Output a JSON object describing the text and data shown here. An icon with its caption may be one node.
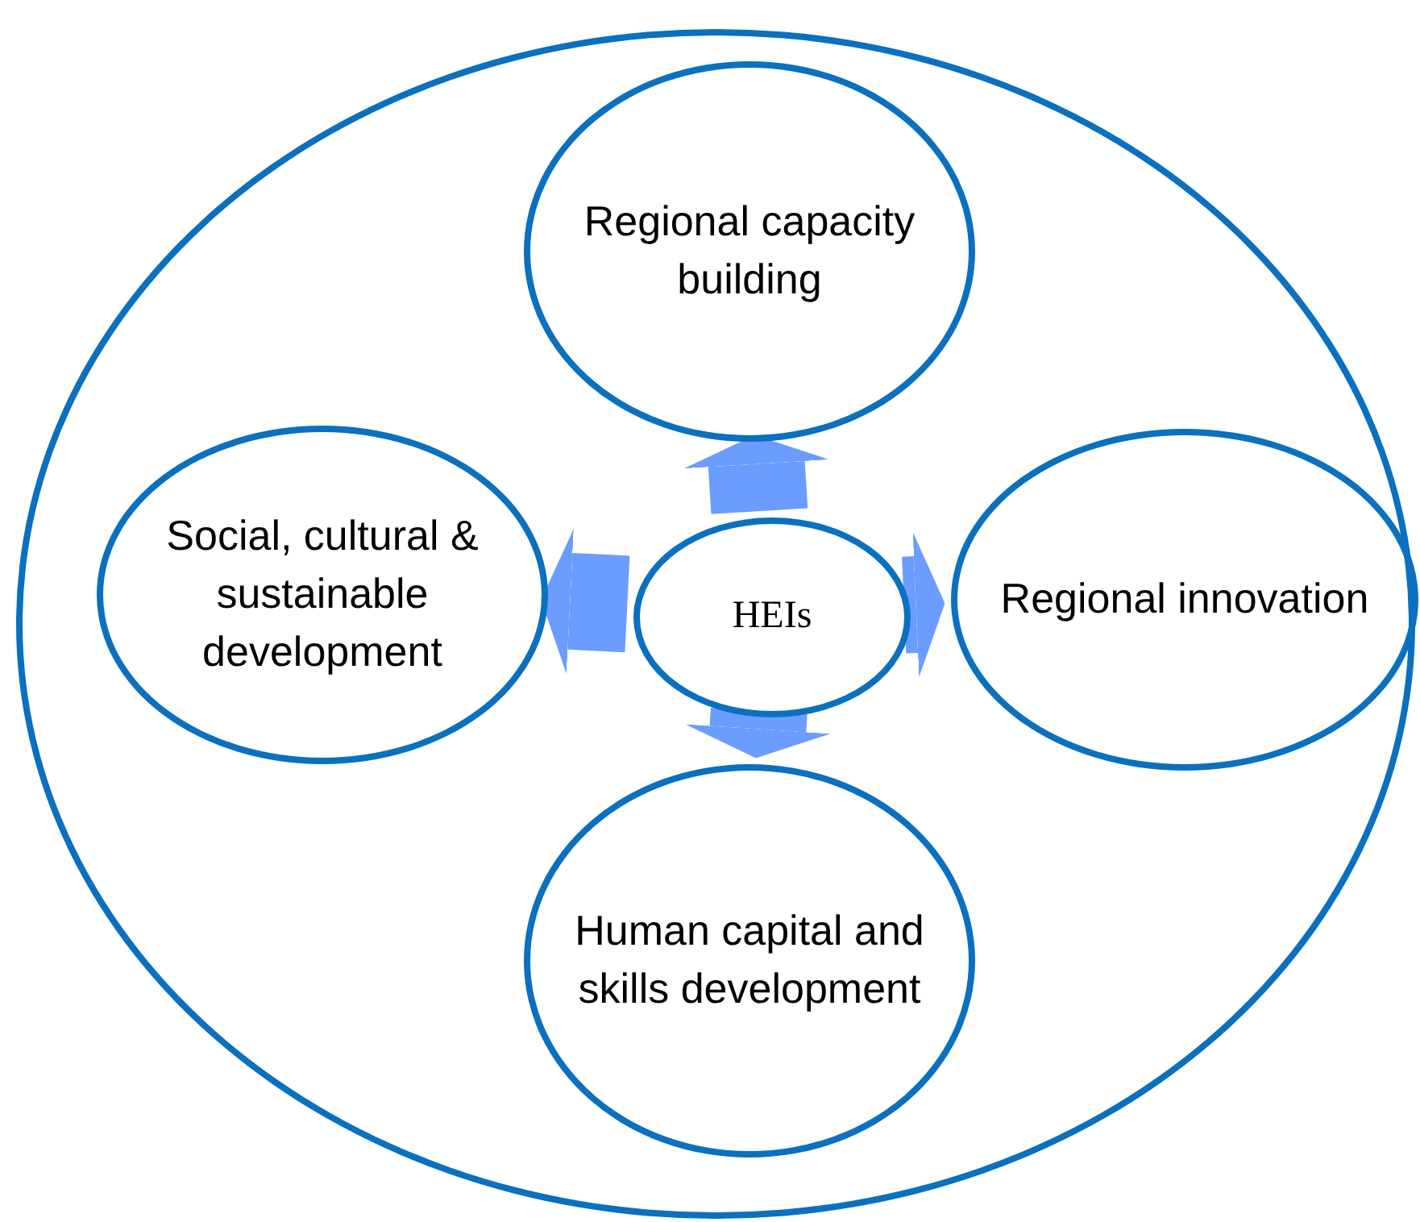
{
  "diagram": {
    "nodes": [
      {
        "text": [],
        "shape": "circle"
      },
      {
        "text": [
          "Regional capacity building"
        ],
        "in": 0
      },
      {
        "text": [
          "Social, cultural & sustainable development"
        ],
        "in": 0
      },
      {
        "text": [
          "HEIs"
        ],
        "in": 0
      },
      {
        "text": [
          "Regional innovation"
        ],
        "in": 0
      },
      {
        "text": [
          "Human capital and skills development"
        ],
        "in": 0
      }
    ],
    "edges": [
      {
        "from": 3,
        "to": 1,
        "arrow": "to"
      },
      {
        "from": 3,
        "to": 2,
        "arrow": "to"
      },
      {
        "from": 3,
        "to": 4,
        "arrow": "to"
      },
      {
        "from": 3,
        "to": 5,
        "arrow": "to"
      }
    ]
  }
}
